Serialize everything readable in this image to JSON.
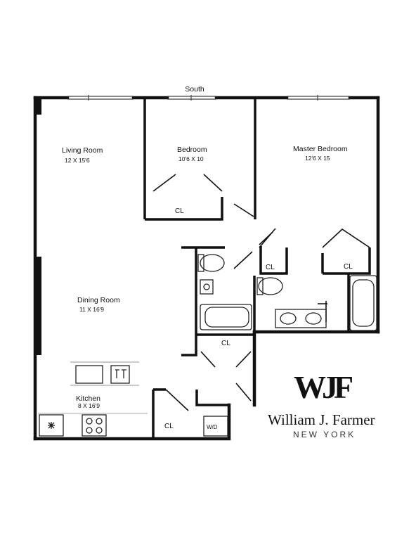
{
  "plan": {
    "compass_label": "South",
    "rooms": {
      "living_room": {
        "name": "Living Room",
        "dims": "12 X 15'6"
      },
      "bedroom": {
        "name": "Bedroom",
        "dims": "10'6 X 10"
      },
      "master_bedroom": {
        "name": "Master Bedroom",
        "dims": "12'6 X 15"
      },
      "dining_room": {
        "name": "Dining Room",
        "dims": "11 X 16'9"
      },
      "kitchen": {
        "name": "Kitchen",
        "dims": "8 X 16'9"
      }
    },
    "closets": {
      "bedroom_closet": "CL",
      "hall_closet_small": "CL",
      "master_closet": "CL",
      "hall_closet_center": "CL",
      "kitchen_closet": "CL"
    },
    "washer_dryer": "W/D"
  },
  "logo": {
    "monogram": "WJF",
    "name": "William J. Farmer",
    "city": "NEW YORK"
  }
}
